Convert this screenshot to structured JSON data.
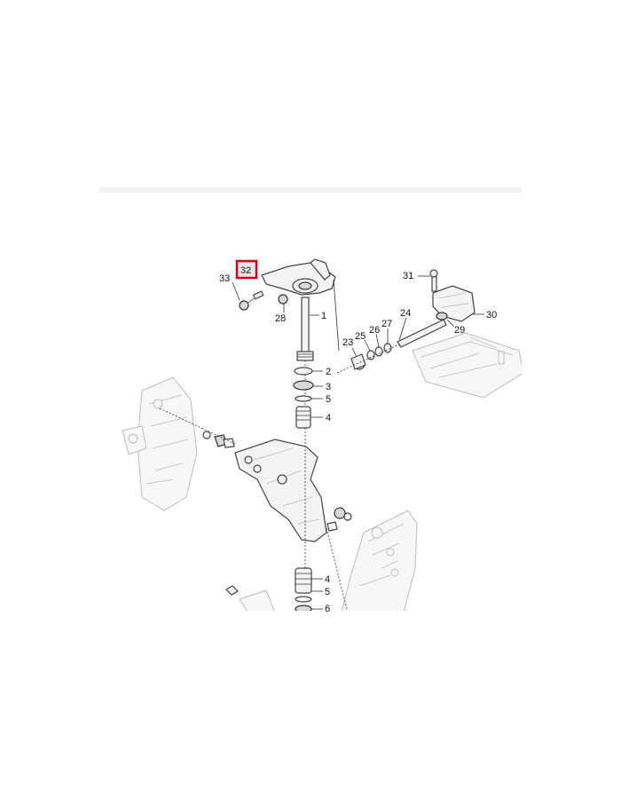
{
  "diagram": {
    "highlighted_callout": "32",
    "callouts": {
      "c1": "1",
      "c2": "2",
      "c3": "3",
      "c5": "5",
      "c4": "4",
      "c4b": "4",
      "c5b": "5",
      "c6": "6",
      "c23": "23",
      "c24": "24",
      "c25": "25",
      "c26": "26",
      "c27": "27",
      "c28": "28",
      "c29": "29",
      "c30": "30",
      "c31": "31",
      "c33": "33"
    },
    "colors": {
      "highlight_border": "#d0021b",
      "highlight_fill": "#e8e8e8"
    }
  }
}
